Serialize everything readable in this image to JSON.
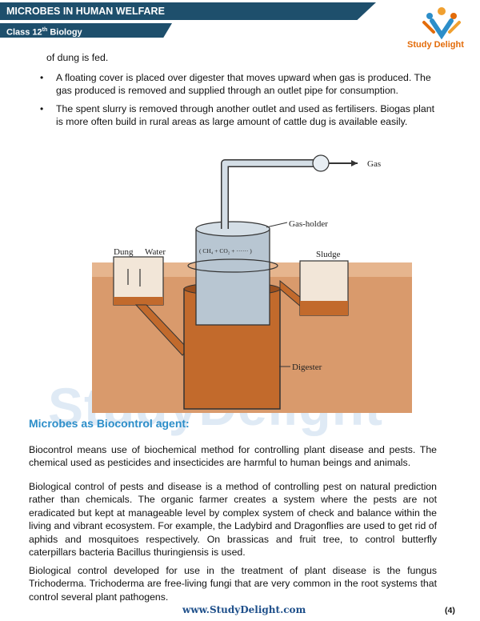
{
  "header": {
    "title": "MICROBES IN HUMAN WELFARE",
    "class_label": "Class 12",
    "class_sup": "th",
    "subject": " Biology"
  },
  "logo": {
    "text": "Study Delight"
  },
  "body": {
    "lead": "of dung is fed.",
    "bullets": [
      "A floating cover is placed over digester that moves upward when gas is produced. The gas produced is removed and supplied through an outlet pipe for consumption.",
      "The spent slurry is removed through another outlet and used as fertilisers. Biogas plant is more often build in rural areas as large amount of cattle dug is available easily."
    ]
  },
  "diagram": {
    "labels": {
      "gas": "Gas",
      "gas_holder": "Gas-holder",
      "dung": "Dung",
      "water": "Water",
      "sludge": "Sludge",
      "digester": "Digester",
      "gas_content": "( CH₄ + CO₂ + ······ )"
    }
  },
  "watermark": "StudyDelight",
  "section": {
    "heading": "Microbes as Biocontrol agent:",
    "paragraphs": [
      "Biocontrol means use of biochemical method for controlling plant disease and pests. The chemical used as pesticides and insecticides are harmful to human beings and animals.",
      "Biological control of pests and disease is a method of controlling pest on natural prediction rather than chemicals. The organic farmer creates a system where the pests are not eradicated but kept at manageable level by complex system of check and balance within the living and vibrant ecosystem. For example, the Ladybird and Dragonflies are used to get rid of aphids and mosquitoes respectively. On brassicas and fruit tree, to control butterfly caterpillars bacteria Bacillus thuringiensis is used.",
      "Biological control developed for use in the treatment of plant disease is the fungus Trichoderma. Trichoderma are free-living fungi that are very common in the root systems that control several plant pathogens."
    ]
  },
  "footer": {
    "link": "www.StudyDelight.com",
    "page": "(4)"
  },
  "colors": {
    "header_bg": "#1e4f6c",
    "heading": "#2c8ec9",
    "soil": "#d99a6c",
    "digester": "#c26a2c",
    "logo_orange": "#e36c0a"
  }
}
